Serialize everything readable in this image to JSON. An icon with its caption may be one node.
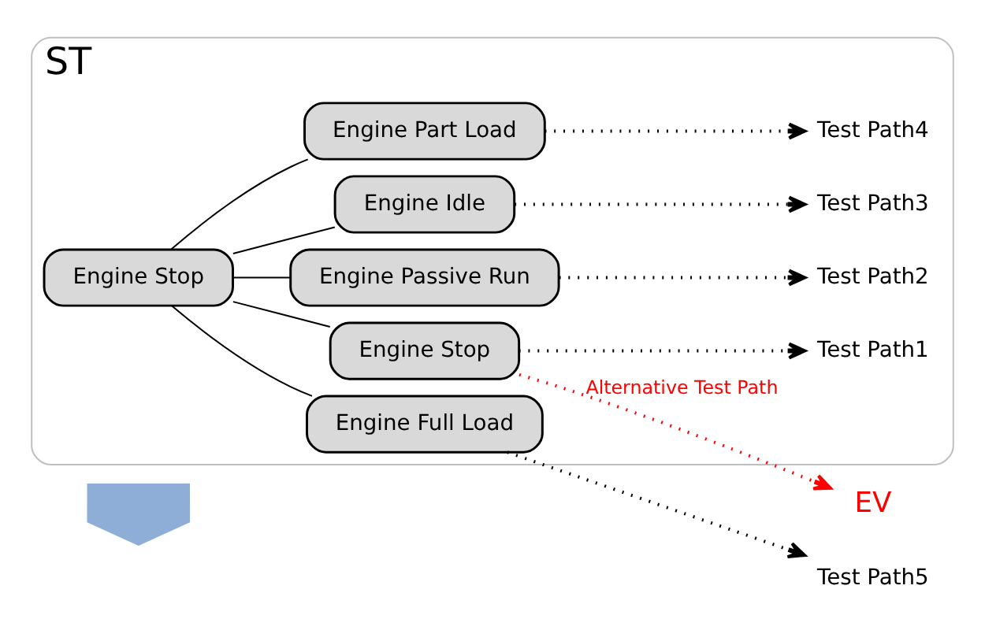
{
  "diagram": {
    "nodes": [
      {
        "text": [],
        "shape": "arrow"
      },
      {
        "text": [
          "EV"
        ]
      },
      {
        "text": [
          "ST"
        ]
      },
      {
        "text": [
          "Engine Stop"
        ],
        "in": 2
      },
      {
        "text": [
          "Engine Stop"
        ],
        "in": 2
      },
      {
        "text": [
          "Engine Passive Run"
        ],
        "in": 2
      },
      {
        "text": [
          "Engine Idle"
        ],
        "in": 2
      },
      {
        "text": [
          "Engine Part Load"
        ],
        "in": 2
      },
      {
        "text": [
          "Engine Full Load"
        ],
        "in": 2
      },
      {
        "text": [
          "Test Path1"
        ],
        "in": 2
      },
      {
        "text": [
          "Test Path2"
        ],
        "in": 2
      },
      {
        "text": [
          "Test Path3"
        ],
        "in": 2
      },
      {
        "text": [
          "Test Path4"
        ],
        "in": 2
      },
      {
        "text": [
          "Test Path5"
        ]
      }
    ],
    "edges": [
      {
        "from": 4,
        "to": 1,
        "arrow": "to",
        "style": "dashed",
        "color": "#ff0000",
        "label": "Alternative Test Path"
      },
      {
        "from": 3,
        "to": 4,
        "arrow": "none"
      },
      {
        "from": 3,
        "to": 5,
        "arrow": "none"
      },
      {
        "from": 3,
        "to": 6,
        "arrow": "none"
      },
      {
        "from": 3,
        "to": 7,
        "arrow": "none"
      },
      {
        "from": 3,
        "to": 8,
        "arrow": "none"
      },
      {
        "from": 4,
        "to": 9,
        "arrow": "to",
        "style": "dashed"
      },
      {
        "from": 5,
        "to": 10,
        "arrow": "to",
        "style": "dashed"
      },
      {
        "from": 6,
        "to": 11,
        "arrow": "to",
        "style": "dashed"
      },
      {
        "from": 7,
        "to": 12,
        "arrow": "to",
        "style": "dashed"
      },
      {
        "from": 8,
        "to": 13,
        "arrow": "to",
        "style": "dashed"
      }
    ]
  }
}
